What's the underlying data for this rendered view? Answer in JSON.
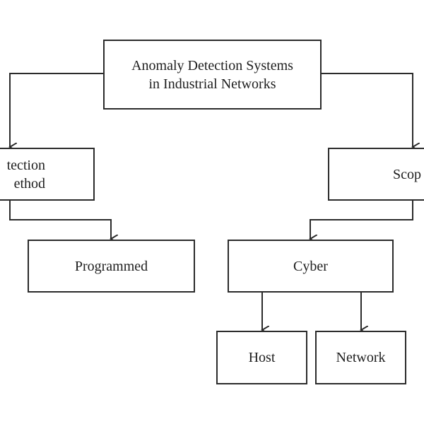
{
  "diagram": {
    "root": {
      "line1": "Anomaly Detection Systems",
      "line2": "in Industrial Networks"
    },
    "method": {
      "line1": "tection",
      "line2": "ethod"
    },
    "scope": {
      "label": "Scop"
    },
    "programmed": {
      "label": "Programmed"
    },
    "cyber": {
      "label": "Cyber"
    },
    "host": {
      "label": "Host"
    },
    "network": {
      "label": "Network"
    }
  },
  "colors": {
    "stroke": "#2b2b2b",
    "text": "#1e1e1e",
    "background": "#ffffff"
  }
}
